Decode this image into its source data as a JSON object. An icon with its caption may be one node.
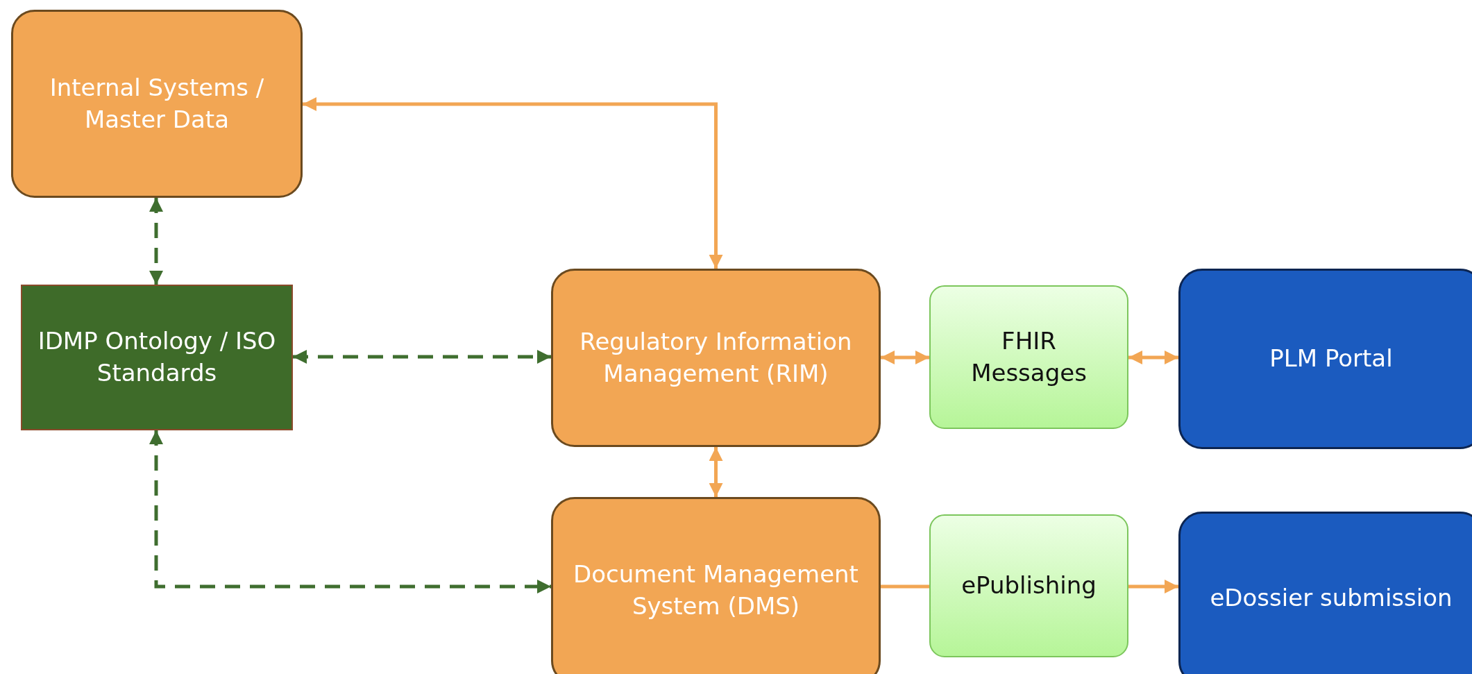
{
  "diagram": {
    "nodes": [
      {
        "text": [
          "Internal Systems / Master Data"
        ]
      },
      {
        "text": [
          "IDMP Ontology / ISO Standards"
        ]
      },
      {
        "text": [
          "Regulatory Information Management (RIM)"
        ]
      },
      {
        "text": [
          "FHIR Messages"
        ]
      },
      {
        "text": [
          "PLM Portal"
        ]
      },
      {
        "text": [
          "Document Management System (DMS)"
        ]
      },
      {
        "text": [
          "ePublishing"
        ]
      },
      {
        "text": [
          "eDossier submission"
        ]
      }
    ],
    "edges": [
      {
        "from": 2,
        "to": 0,
        "arrow": "both"
      },
      {
        "from": 0,
        "to": 1,
        "arrow": "both",
        "style": "dashed",
        "color": "#3f6e2f"
      },
      {
        "from": 1,
        "to": 2,
        "arrow": "both",
        "style": "dashed",
        "color": "#3f6e2f"
      },
      {
        "from": 1,
        "to": 5,
        "arrow": "both",
        "style": "dashed",
        "color": "#3f6e2f"
      },
      {
        "from": 2,
        "to": 3,
        "arrow": "both"
      },
      {
        "from": 3,
        "to": 4,
        "arrow": "both"
      },
      {
        "from": 2,
        "to": 5,
        "arrow": "both"
      },
      {
        "from": 5,
        "to": 6,
        "arrow": "none"
      },
      {
        "from": 6,
        "to": 7,
        "arrow": "to"
      }
    ]
  }
}
